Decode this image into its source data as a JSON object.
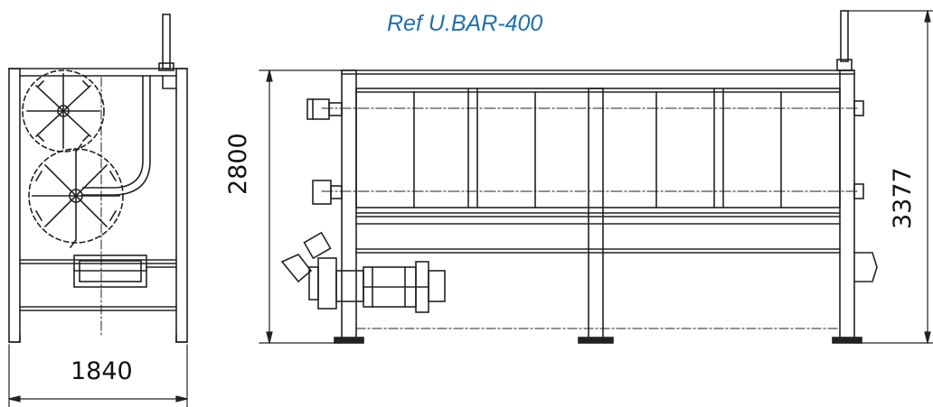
{
  "title": "Ref U.BAR-400",
  "dimensions": {
    "front_width": "1840",
    "side_height": "2800",
    "overall_height": "3377"
  },
  "colors": {
    "title": "#1f6fb2",
    "lines": "#222222"
  }
}
